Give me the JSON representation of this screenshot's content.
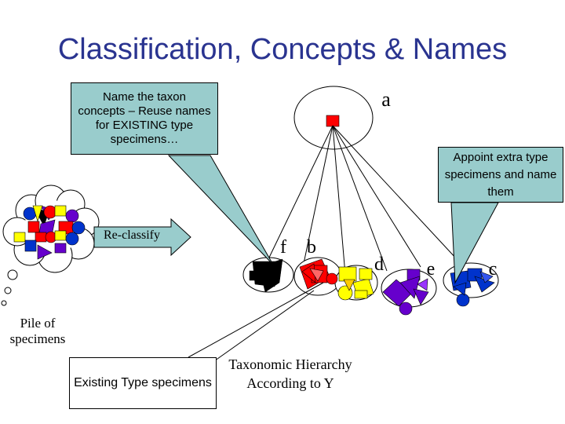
{
  "slide": {
    "title": "Classification, Concepts & Names",
    "callout_name": "Name the taxon concepts – Reuse names for EXISTING type specimens…",
    "callout_appoint": "Appoint extra type specimens and name them",
    "reclassify_label": "Re-classify",
    "pile_label": "Pile of specimens",
    "existing_type_label": "Existing Type specimens",
    "hierarchy_label": "Taxonomic Hierarchy According to Y",
    "taxa": {
      "a": "a",
      "f": "f",
      "b": "b",
      "d": "d",
      "e": "e",
      "c": "c"
    }
  },
  "colors": {
    "title": "#2a3490",
    "callout_fill": "#99cccc",
    "arrow_fill": "#99cccc",
    "red": "#ff0000",
    "blue": "#0033cc",
    "purple": "#6600cc",
    "yellow": "#ffff00",
    "black": "#000000"
  }
}
